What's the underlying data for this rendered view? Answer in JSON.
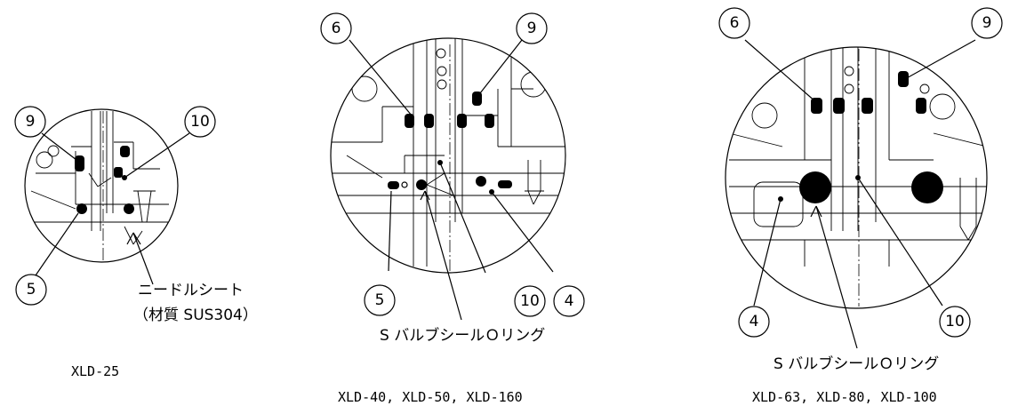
{
  "figures": [
    {
      "model": "XLD-25",
      "callouts": [
        "9",
        "10",
        "5"
      ],
      "note_line1": "ニードルシート",
      "note_line2": "（材質 SUS304）"
    },
    {
      "model": "XLD-40, XLD-50, XLD-160",
      "callouts": [
        "6",
        "9",
        "5",
        "10",
        "4"
      ],
      "note": "S バルブシールＯリング"
    },
    {
      "model": "XLD-63, XLD-80, XLD-100",
      "callouts": [
        "6",
        "9",
        "4",
        "10"
      ],
      "note": "S バルブシールＯリング"
    }
  ]
}
